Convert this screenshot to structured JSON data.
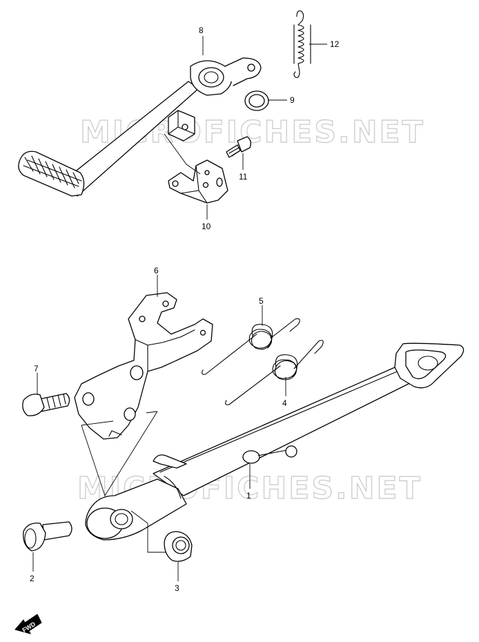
{
  "watermarks": [
    "MICROFICHES.NET",
    "MICROFICHES.NET"
  ],
  "fwd_label": "FWD",
  "callouts": [
    {
      "id": "1",
      "label": "1"
    },
    {
      "id": "2",
      "label": "2"
    },
    {
      "id": "3",
      "label": "3"
    },
    {
      "id": "4",
      "label": "4"
    },
    {
      "id": "5",
      "label": "5"
    },
    {
      "id": "6",
      "label": "6"
    },
    {
      "id": "7",
      "label": "7"
    },
    {
      "id": "8",
      "label": "8"
    },
    {
      "id": "9",
      "label": "9"
    },
    {
      "id": "10",
      "label": "10"
    },
    {
      "id": "11",
      "label": "11"
    },
    {
      "id": "12",
      "label": "12"
    }
  ],
  "colors": {
    "line": "#000000",
    "watermark": "#cfcfcf",
    "background": "#ffffff"
  }
}
